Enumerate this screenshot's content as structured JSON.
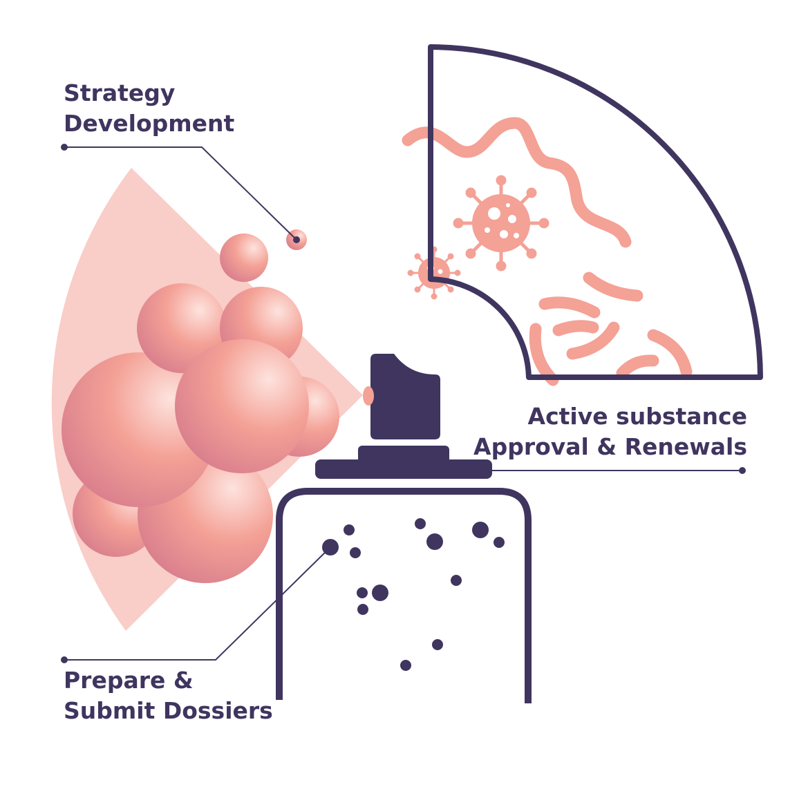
{
  "colors": {
    "ink": "#3f355f",
    "accent": "#f4a196",
    "accent_light": "#f9cdc8",
    "accent_shade": "#d57a8c",
    "highlight": "#fde3de"
  },
  "labels": {
    "strategy": {
      "line1": "Strategy",
      "line2": "Development"
    },
    "active": {
      "line1": "Active substance",
      "line2": "Approval & Renewals"
    },
    "prepare": {
      "line1": "Prepare &",
      "line2": "Submit Dossiers"
    }
  },
  "icons": [
    "spray-can-icon",
    "bubble-cluster-icon",
    "virus-icon",
    "bacteria-icon",
    "microscope-view-icon"
  ]
}
